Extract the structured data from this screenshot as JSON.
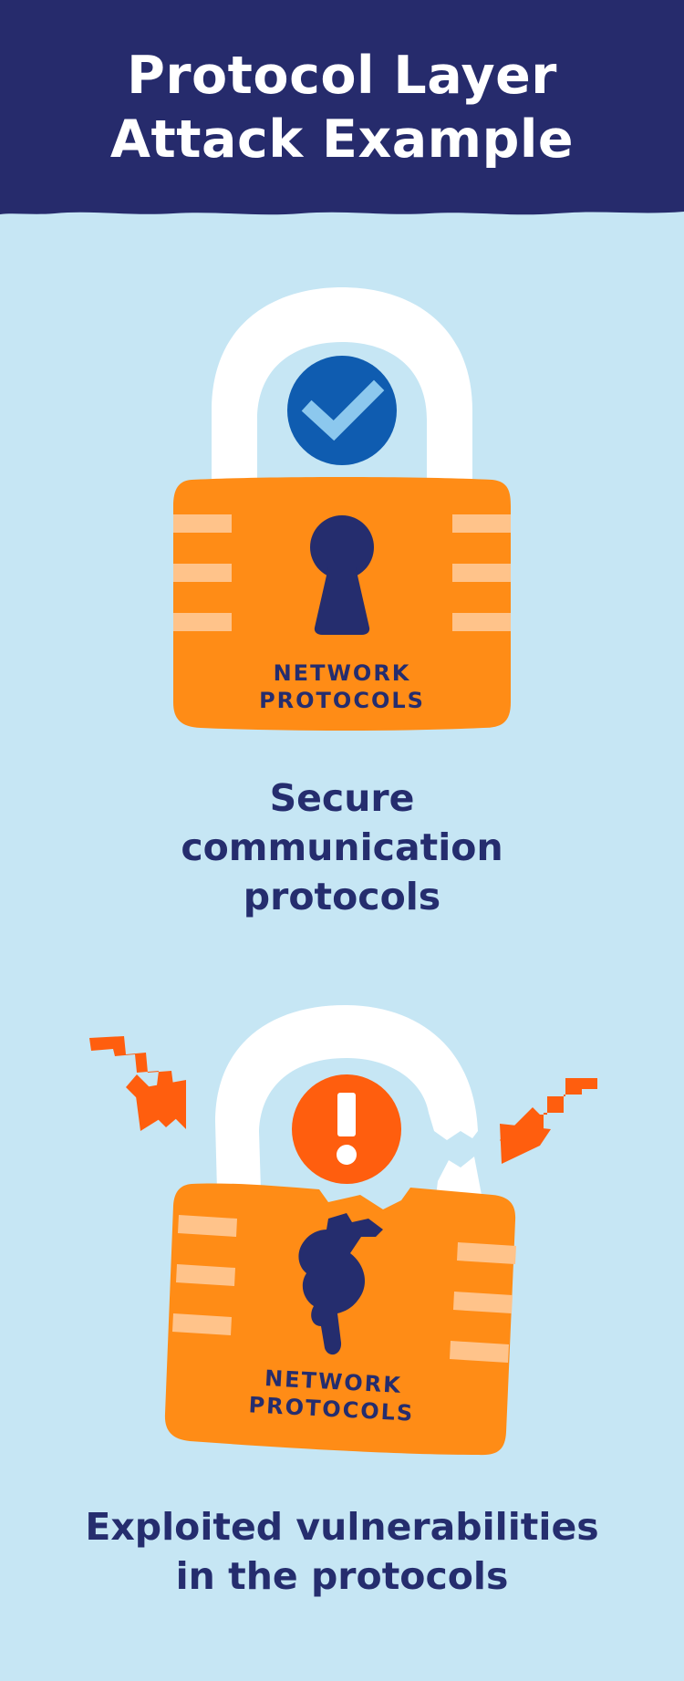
{
  "header": {
    "title_line1": "Protocol Layer",
    "title_line2": "Attack Example"
  },
  "secure_lock": {
    "label_line1": "NETWORK",
    "label_line2": "PROTOCOLS",
    "badge_icon": "checkmark-icon",
    "caption_line1": "Secure",
    "caption_line2": "communication",
    "caption_line3": "protocols"
  },
  "broken_lock": {
    "label_line1": "NETWORK",
    "label_line2": "PROTOCOLS",
    "badge_icon": "exclamation-icon",
    "caption_line1": "Exploited vulnerabilities",
    "caption_line2": "in the protocols"
  },
  "colors": {
    "header_bg": "#262b6c",
    "page_bg": "#c6e6f4",
    "lock_orange": "#ff8c16",
    "stripe": "#ffc38a",
    "navy": "#252d6e",
    "check_blue": "#0f5cb0",
    "check_light": "#8cc8ee",
    "alert_orange": "#ff5e0e",
    "white": "#ffffff"
  }
}
